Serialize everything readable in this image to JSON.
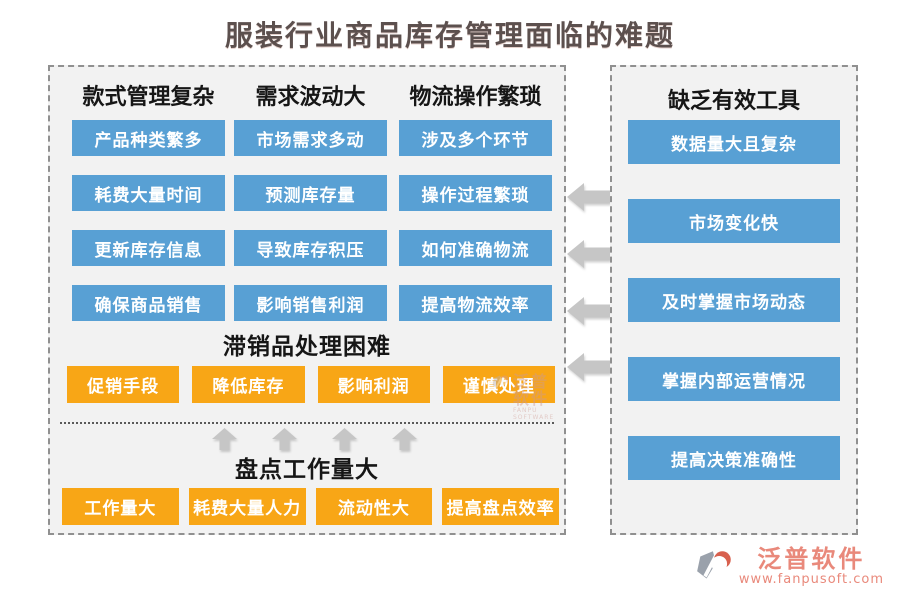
{
  "title": "服装行业商品库存管理面临的难题",
  "left_panel": {
    "columns": [
      {
        "header": "款式管理复杂",
        "items": [
          "产品种类繁多",
          "耗费大量时间",
          "更新库存信息",
          "确保商品销售"
        ]
      },
      {
        "header": "需求波动大",
        "items": [
          "市场需求多动",
          "预测库存量",
          "导致库存积压",
          "影响销售利润"
        ]
      },
      {
        "header": "物流操作繁琐",
        "items": [
          "涉及多个环节",
          "操作过程繁琐",
          "如何准确物流",
          "提高物流效率"
        ]
      }
    ],
    "stale_goods_section": {
      "header": "滞销品处理困难",
      "items": [
        "促销手段",
        "降低库存",
        "影响利润",
        "谨慎处理"
      ]
    },
    "stocktaking_section": {
      "header": "盘点工作量大",
      "items": [
        "工作量大",
        "耗费大量人力",
        "流动性大",
        "提高盘点效率"
      ]
    }
  },
  "right_panel": {
    "header": "缺乏有效工具",
    "items": [
      "数据量大且复杂",
      "市场变化快",
      "及时掌握市场动态",
      "掌握内部运营情况",
      "提高决策准确性"
    ]
  },
  "branding": {
    "logo_text": "泛普软件",
    "url": "www.fanpusoft.com"
  },
  "watermark": {
    "logo_text": "泛普软件",
    "subtext": "FANPU SOFTWARE"
  },
  "colors": {
    "pill_blue": "#58A0D4",
    "pill_orange": "#F8A616",
    "panel_bg": "#F2F2F2",
    "panel_border": "#909090",
    "title_text": "#5C504E",
    "arrow_gray": "#C6C6C6",
    "brand_salmon": "#E9897B"
  }
}
